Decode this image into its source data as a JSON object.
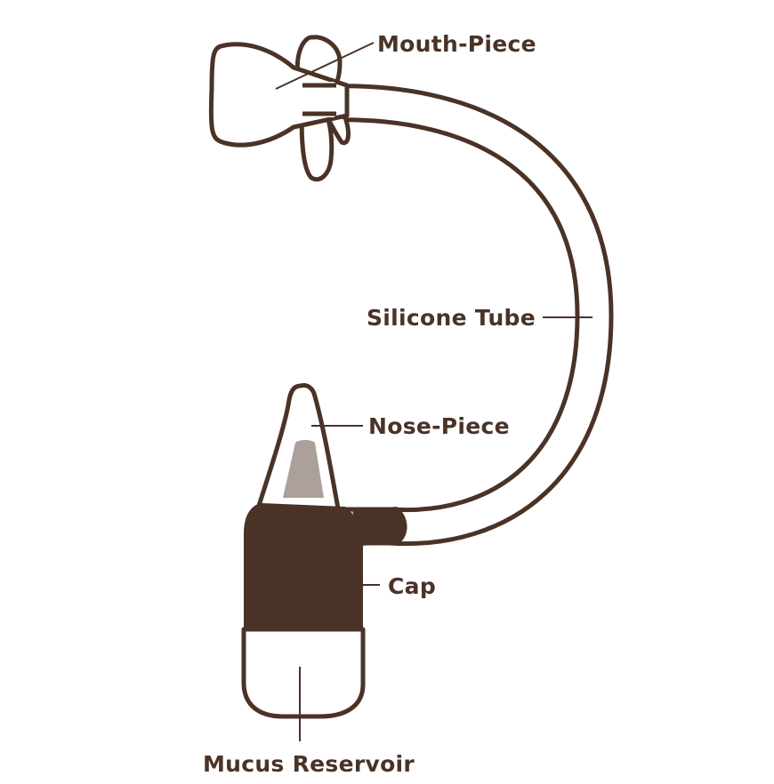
{
  "diagram": {
    "labels": {
      "mouth_piece": "Mouth-Piece",
      "silicone_tube": "Silicone Tube",
      "nose_piece": "Nose-Piece",
      "cap": "Cap",
      "mucus_reservoir": "Mucus Reservoir"
    },
    "colors": {
      "outline": "#4a3326",
      "cap_fill": "#4a3326",
      "nose_inner_fill": "#aba09a",
      "background": "#ffffff",
      "text": "#4a3326"
    }
  }
}
